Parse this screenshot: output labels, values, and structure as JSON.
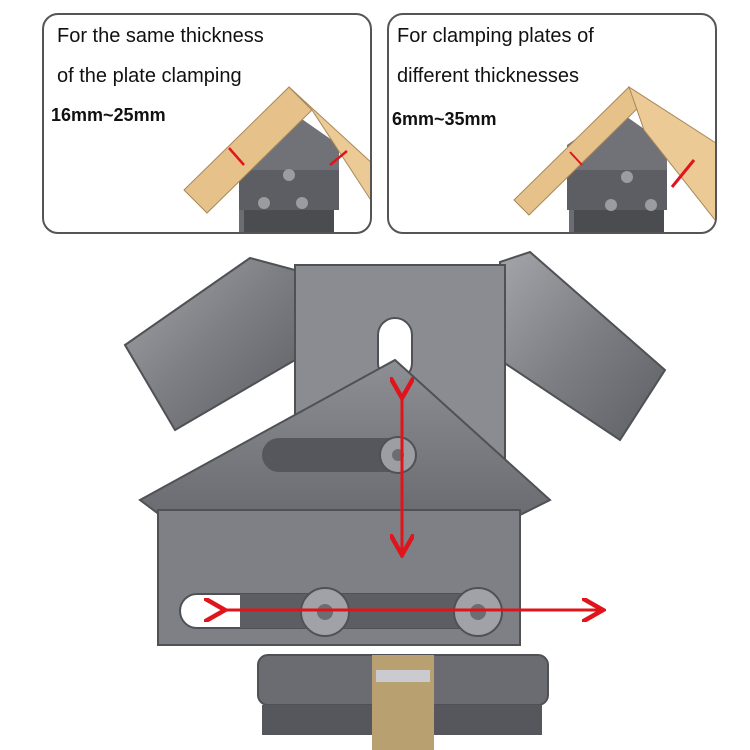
{
  "panels": [
    {
      "line1": "For the same thickness",
      "line2": "of the plate clamping",
      "range": "16mm~25mm"
    },
    {
      "line1": "For clamping plates of",
      "line2": "different thicknesses",
      "range": "6mm~35mm"
    }
  ],
  "colors": {
    "arrow": "#e0151b",
    "metal": "#8a8c90",
    "metal_dark": "#55575c",
    "wood": "#e8c48c",
    "border": "#555555"
  }
}
